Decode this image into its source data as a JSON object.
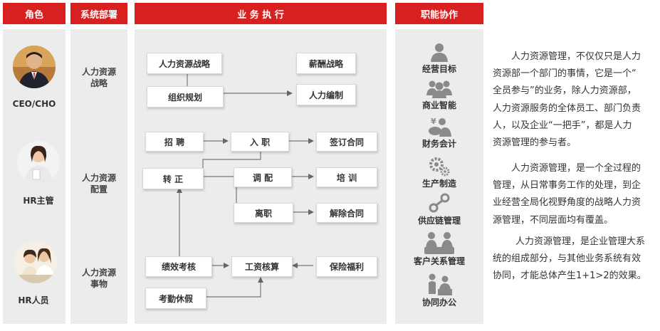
{
  "headers": {
    "role": "角色",
    "dept": "系统部署",
    "exec": "业 务 执 行",
    "func": "职能协作"
  },
  "roles": [
    {
      "label": "CEO/CHO"
    },
    {
      "label": "HR主管"
    },
    {
      "label": "HR人员"
    }
  ],
  "depts": [
    {
      "line1": "人力资源",
      "line2": "战略"
    },
    {
      "line1": "人力资源",
      "line2": "配置"
    },
    {
      "line1": "人力资源",
      "line2": "事物"
    }
  ],
  "nodes": {
    "hr_strategy": "人力资源战略",
    "salary_strategy": "薪酬战略",
    "org_planning": "组织规划",
    "hr_staffing": "人力编制",
    "recruit": "招 聘",
    "onboard": "入 职",
    "sign_contract": "签订合同",
    "regularize": "转 正",
    "transfer": "调 配",
    "training": "培 训",
    "resign": "离职",
    "terminate_contract": "解除合同",
    "performance": "绩效考核",
    "payroll": "工资核算",
    "insurance": "保险福利",
    "attendance": "考勤休假"
  },
  "functions": [
    {
      "label": "经营目标",
      "icon": "person-icon"
    },
    {
      "label": "商业智能",
      "icon": "group-icon"
    },
    {
      "label": "财务会计",
      "icon": "finance-icon"
    },
    {
      "label": "生产制造",
      "icon": "gears-icon"
    },
    {
      "label": "供应链管理",
      "icon": "chain-icon"
    },
    {
      "label": "客户关系管理",
      "icon": "meeting-icon"
    },
    {
      "label": "协同办公",
      "icon": "office-icon"
    }
  ],
  "paragraphs": [
    [
      "人力资源管理，不仅仅只是人力",
      "资源部一个部门的事情，它是一个“",
      "全员参与”的业务，除人力资源部，",
      "人力资源服务的全体员工、部门负责",
      "人，以及企业“一把手”，都是人力",
      "资源管理的参与者。"
    ],
    [
      "人力资源管理，是一个全过程的",
      "管理，从日常事务工作的处理，到企",
      "业经营全局化视野角度的战略人力资",
      "源管理，不同层面均有覆盖。"
    ],
    [
      "人力资源管理，是企业管理大系",
      "统的组成部分，与其他业务系统有效",
      "协同，才能总体产生1+1>2的效果。"
    ]
  ],
  "colors": {
    "accent": "#d7201f",
    "panel": "#ececec",
    "icon": "#8a8a8a"
  }
}
